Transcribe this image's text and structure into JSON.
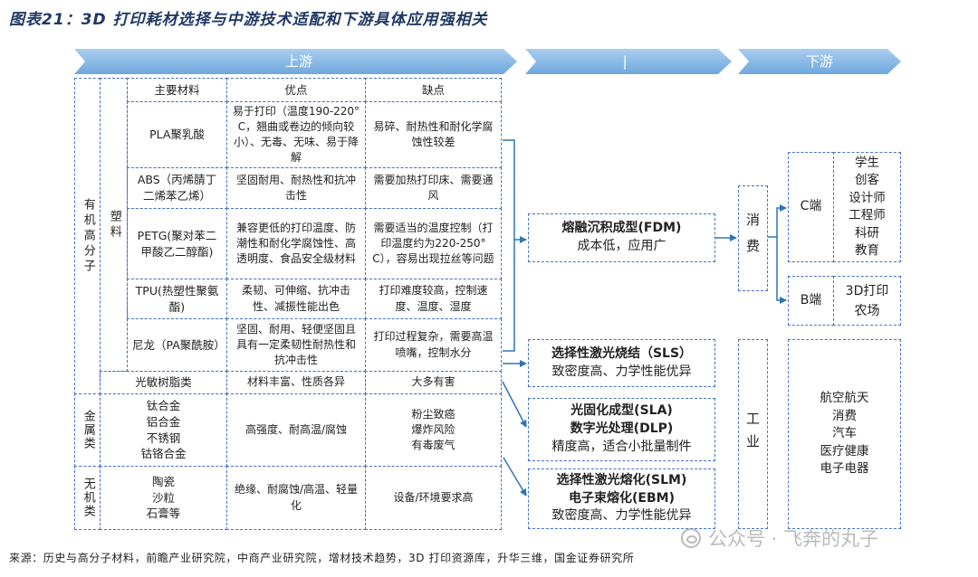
{
  "title": "图表21：3D 打印耗材选择与中游技术适配和下游具体应用强相关",
  "stages": {
    "upstream": "上游",
    "midstream": "|",
    "downstream": "下游"
  },
  "table": {
    "headers": {
      "material": "主要材料",
      "pros": "优点",
      "cons": "缺点"
    },
    "groups": {
      "organic": "有机高分子",
      "plastic": "塑料",
      "metal": "金属类",
      "inorganic": "无机类"
    },
    "rows": [
      {
        "material": "PLA聚乳酸",
        "pros": "易于打印（温度190-220° C，翘曲或卷边的倾向较小）、无毒、无味、易于降解",
        "cons": "易碎、耐热性和耐化学腐蚀性较差"
      },
      {
        "material": "ABS（丙烯腈丁二烯苯乙烯）",
        "pros": "坚固耐用、耐热性和抗冲击性",
        "cons": "需要加热打印床、需要通风"
      },
      {
        "material": "PETG(聚对苯二甲酸乙二醇酯)",
        "pros": "兼容更低的打印温度、防潮性和耐化学腐蚀性、高透明度、食品安全级材料",
        "cons": "需要适当的温度控制（打印温度约为220-250° C），容易出现拉丝等问题"
      },
      {
        "material": "TPU(热塑性聚氨酯)",
        "pros": "柔韧、可伸缩、抗冲击性、减振性能出色",
        "cons": "打印难度较高，控制速度、温度、湿度"
      },
      {
        "material": "尼龙（PA聚酰胺）",
        "pros": "坚固、耐用、轻便坚固且具有一定柔韧性耐热性和抗冲击性",
        "cons": "打印过程复杂，需要高温喷嘴，控制水分"
      },
      {
        "material": "光敏树脂类",
        "pros": "材料丰富、性质各异",
        "cons": "大多有害"
      }
    ],
    "metal": {
      "materials": [
        "钛合金",
        "铝合金",
        "不锈钢",
        "钴铬合金"
      ],
      "pros": "高强度、耐高温/腐蚀",
      "cons": [
        "粉尘致癌",
        "爆炸风险",
        "有毒废气"
      ]
    },
    "inorganic": {
      "materials": [
        "陶瓷",
        "沙粒",
        "石膏等"
      ],
      "pros": "绝缘、耐腐蚀/高温、轻量化",
      "cons": "设备/环境要求高"
    }
  },
  "midstream": {
    "fdm": {
      "title": "熔融沉积成型(FDM)",
      "desc": "成本低，应用广"
    },
    "sls": {
      "title": "选择性激光烧结（SLS）",
      "desc": "致密度高、力学性能优异"
    },
    "sla": {
      "titles": [
        "光固化成型(SLA)",
        "数字光处理(DLP)"
      ],
      "desc": "精度高，适合小批量制件"
    },
    "slm": {
      "titles": [
        "选择性激光熔化(SLM)",
        "电子束熔化(EBM)"
      ],
      "desc": "致密度高、力学性能优异"
    }
  },
  "downstream": {
    "consumer": "消费",
    "c_end": {
      "label": "C端",
      "items": [
        "学生",
        "创客",
        "设计师",
        "工程师",
        "科研",
        "教育"
      ]
    },
    "b_end": {
      "label": "B端",
      "items": [
        "3D打印",
        "农场"
      ]
    },
    "industry": "工业",
    "industry_items": [
      "航空航天",
      "消费",
      "汽车",
      "医疗健康",
      "电子电器"
    ]
  },
  "source": "来源：历史与高分子材料，前瞻产业研究院，中商产业研究院，增材技术趋势，3D 打印资源库，升华三维，国金证券研究所",
  "watermark": "公众号 · 飞奔的丸子",
  "icons": {
    "watermark": "wechat-icon"
  },
  "colors": {
    "title": "#1f3864",
    "border": "#4472c4",
    "connector": "#2e75b6",
    "stage_arrow_top": "#a9cdf0",
    "stage_arrow_bottom": "#6fa8dc"
  }
}
